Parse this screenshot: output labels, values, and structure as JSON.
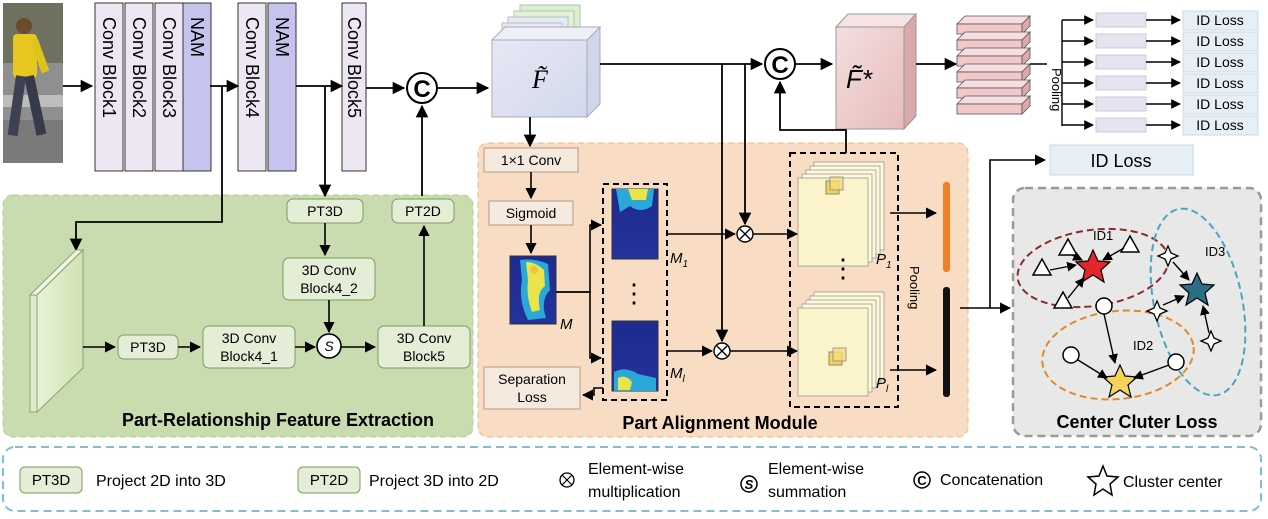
{
  "backbone": {
    "blocks": [
      "Conv Block1",
      "Conv Block2",
      "Conv Block3",
      "NAM",
      "Conv Block4",
      "NAM",
      "Conv Block5"
    ]
  },
  "feature_main": "F̃",
  "feature_star": "F̃*",
  "prfe": {
    "title": "Part-Relationship Feature Extraction",
    "pt3d_top": "PT3D",
    "pt2d": "PT2D",
    "pt3d_left": "PT3D",
    "conv3d_block4_2": [
      "3D Conv",
      "Block4_2"
    ],
    "conv3d_block4_1": [
      "3D Conv",
      "Block4_1"
    ],
    "conv3d_block5": [
      "3D Conv",
      "Block5"
    ],
    "sum_symbol": "S"
  },
  "pam": {
    "title": "Part Alignment Module",
    "conv": "1×1 Conv",
    "sigmoid": "Sigmoid",
    "mask_label": "M",
    "m1_label": "M",
    "m1_sub": "1",
    "ml_label": "M",
    "ml_sub": "l",
    "p1_label": "P",
    "p1_sub": "1",
    "pl_label": "P",
    "pl_sub": "l",
    "separation_loss": [
      "Separation",
      "Loss"
    ],
    "pooling": "Pooling",
    "dots": "⋮"
  },
  "head": {
    "pooling": "Pooling",
    "id_losses": [
      "ID Loss",
      "ID Loss",
      "ID Loss",
      "ID Loss",
      "ID Loss",
      "ID Loss"
    ],
    "id_loss_single": "ID Loss"
  },
  "ccl": {
    "title": "Center Cluter Loss",
    "clusters": [
      "ID1",
      "ID2",
      "ID3"
    ]
  },
  "legend": {
    "pt3d_box": "PT3D",
    "pt3d_text": "Project 2D into 3D",
    "pt2d_box": "PT2D",
    "pt2d_text": "Project 3D into 2D",
    "mult_text": [
      "Element-wise",
      "multiplication"
    ],
    "sum_text": [
      "Element-wise",
      "summation"
    ],
    "concat_text": "Concatenation",
    "center_text": "Cluster center"
  },
  "colors": {
    "conv_block": "#ece7f3",
    "nam_block": "#c6c3ee",
    "green_region": "#c9dcb0",
    "orange_region": "#f9dcc4",
    "gray_region": "#e8e8e8",
    "id_loss": "#e5eff5",
    "pink_stack": "#f3c8c8",
    "orange_bar": "#f07f25",
    "legend_border": "#7fbfd5"
  }
}
